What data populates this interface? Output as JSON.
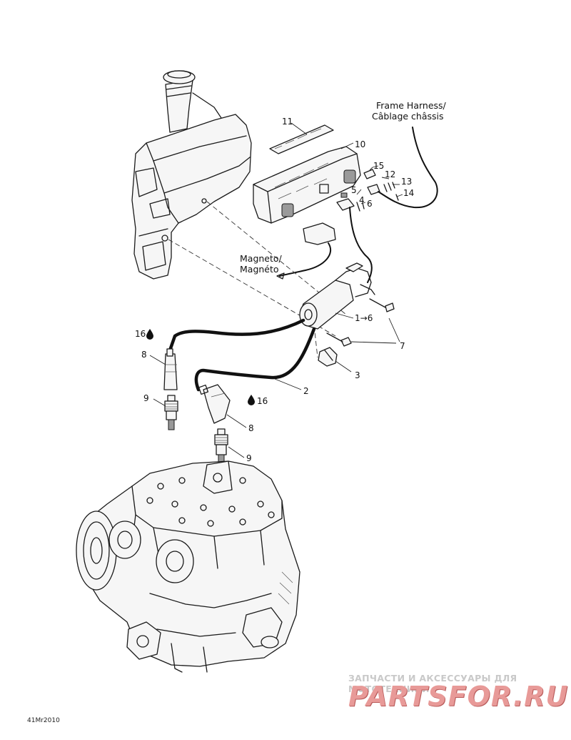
{
  "callouts": {
    "c1_6": "1→6",
    "c2": "2",
    "c3": "3",
    "c4": "4",
    "c5": "5",
    "c6": "6",
    "c7": "7",
    "c8a": "8",
    "c8b": "8",
    "c9a": "9",
    "c9b": "9",
    "c10": "10",
    "c11": "11",
    "c12": "12",
    "c13": "13",
    "c14": "14",
    "c15": "15",
    "c16a": "16",
    "c16b": "16"
  },
  "labels": {
    "frame_harness_en": "Frame Harness/",
    "frame_harness_fr": "Câblage châssis",
    "magneto_en": "Magneto/",
    "magneto_fr": "Magnéto"
  },
  "drawing_code": "41Mr2010",
  "watermark": {
    "tagline": "ЗАПЧАСТИ И АКСЕССУАРЫ ДЛЯ МОТОТЕХНИКИ",
    "brand": "PARTSFOR.RU"
  },
  "colors": {
    "line": "#1a1a1a",
    "watermark_brand": "#e89a98",
    "watermark_tagline": "#c9c9c9"
  },
  "icons": {
    "lubricant_drop": "drop-icon"
  }
}
